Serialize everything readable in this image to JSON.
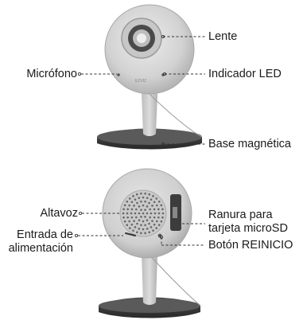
{
  "front_view": {
    "brand_text": "EZVIZ",
    "labels": {
      "lens": "Lente",
      "microphone": "Micrófono",
      "led_indicator": "Indicador LED",
      "magnetic_base": "Base magnética"
    }
  },
  "back_view": {
    "labels": {
      "speaker": "Altavoz",
      "sd_slot_line1": "Ranura para",
      "sd_slot_line2": "tarjeta microSD",
      "power_line1": "Entrada de",
      "power_line2": "alimentación",
      "reset_button": "Botón REINICIO"
    }
  },
  "colors": {
    "body": "#d4d4d4",
    "body_shadow": "#b5b5b5",
    "dark": "#3a3a3a",
    "leader": "#333333"
  }
}
